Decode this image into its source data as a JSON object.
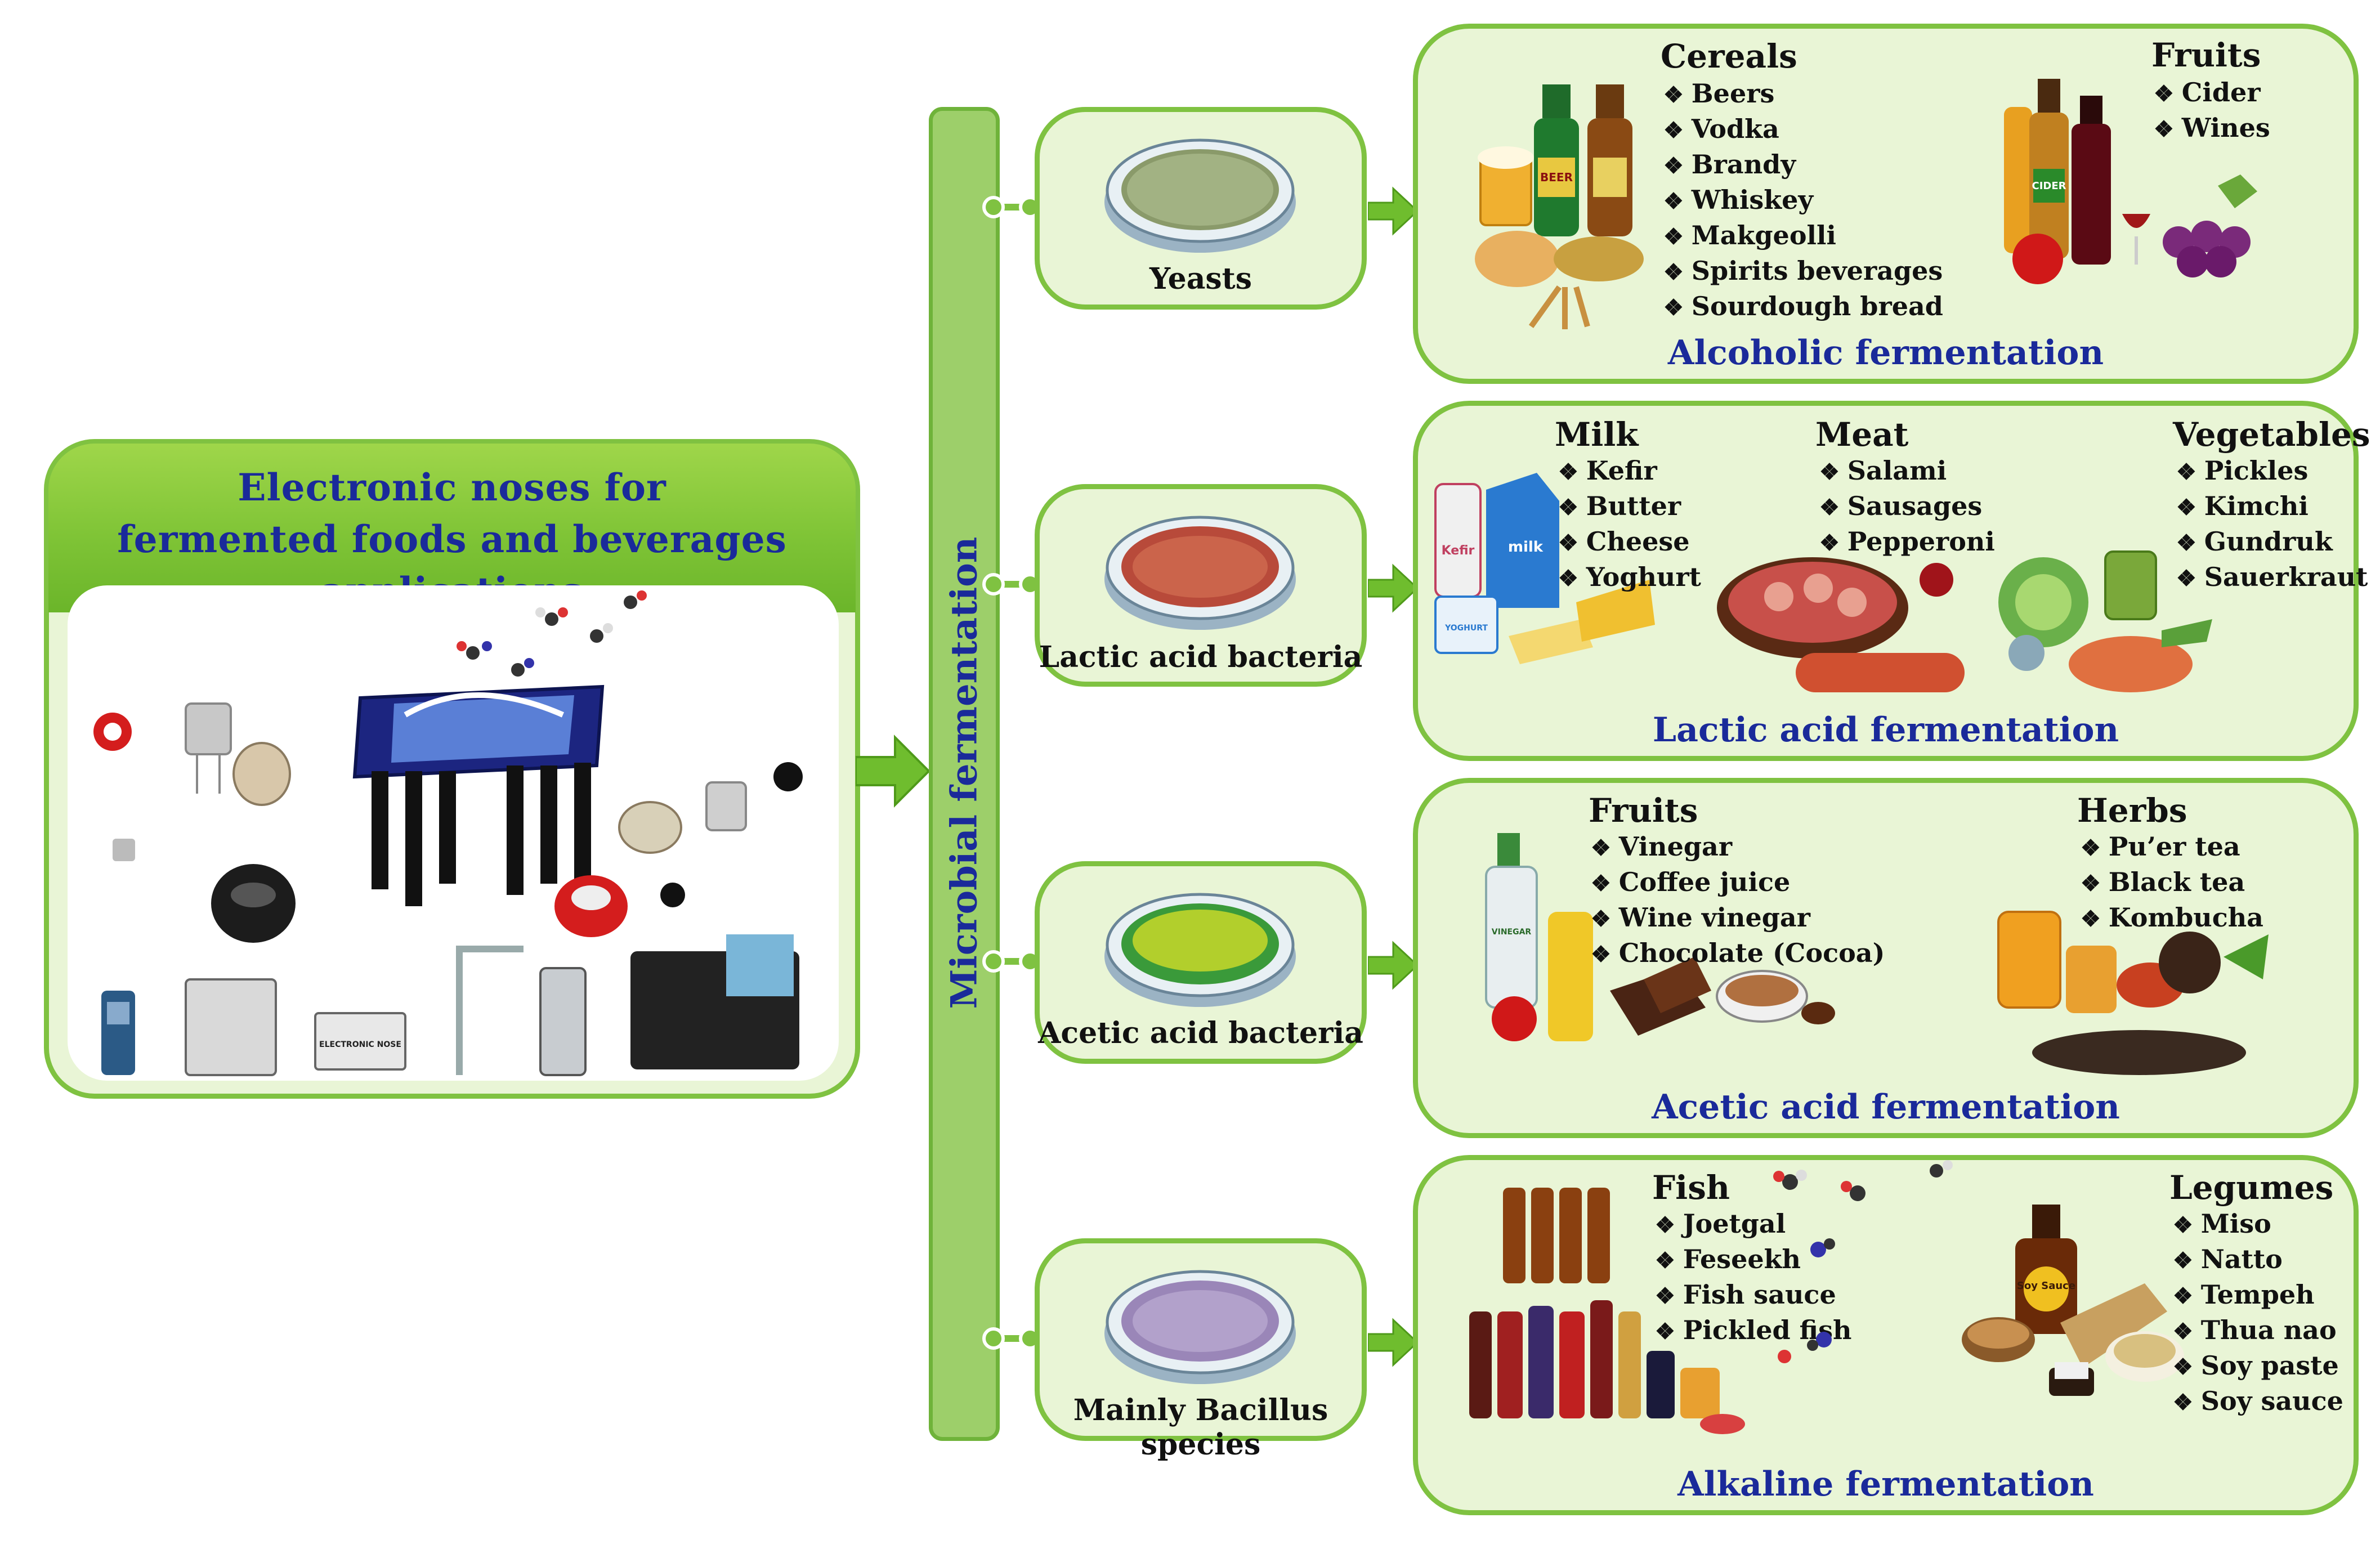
{
  "main": {
    "title_line1": "Electronic noses for",
    "title_line2": "fermented foods and beverages applications"
  },
  "spine": {
    "label": "Microbial fermentation"
  },
  "microbes": [
    {
      "label": "Yeasts"
    },
    {
      "label": "Lactic acid bacteria"
    },
    {
      "label": "Acetic acid bacteria"
    },
    {
      "label": "Mainly Bacillus species"
    }
  ],
  "sections": [
    {
      "title": "Alcoholic fermentation",
      "groups": [
        {
          "name": "Cereals",
          "items": [
            "Beers",
            "Vodka",
            "Brandy",
            "Whiskey",
            "Makgeolli",
            "Spirits beverages",
            "Sourdough bread"
          ]
        },
        {
          "name": "Fruits",
          "items": [
            "Cider",
            "Wines"
          ]
        }
      ]
    },
    {
      "title": "Lactic acid fermentation",
      "groups": [
        {
          "name": "Milk",
          "items": [
            "Kefir",
            "Butter",
            "Cheese",
            "Yoghurt"
          ]
        },
        {
          "name": "Meat",
          "items": [
            "Salami",
            "Sausages",
            "Pepperoni"
          ]
        },
        {
          "name": "Vegetables",
          "items": [
            "Pickles",
            "Kimchi",
            "Gundruk",
            "Sauerkraut"
          ]
        }
      ]
    },
    {
      "title": "Acetic acid fermentation",
      "groups": [
        {
          "name": "Fruits",
          "items": [
            "Vinegar",
            "Coffee juice",
            "Wine vinegar",
            "Chocolate (Cocoa)"
          ]
        },
        {
          "name": "Herbs",
          "items": [
            "Pu’er tea",
            "Black tea",
            "Kombucha"
          ]
        }
      ]
    },
    {
      "title": "Alkaline  fermentation",
      "groups": [
        {
          "name": "Fish",
          "items": [
            "Joetgal",
            "Feseekh",
            "Fish sauce",
            "Pickled fish"
          ]
        },
        {
          "name": "Legumes",
          "items": [
            "Miso",
            "Natto",
            "Tempeh",
            "Thua nao",
            "Soy paste",
            "Soy sauce"
          ]
        }
      ]
    }
  ],
  "image_labels": {
    "beer_bottle": "BEER",
    "cider_bottle": "CIDER",
    "kefir_bottle": "Kefir",
    "milk_carton": "milk",
    "yoghurt_cup": "YOGHURT",
    "vinegar_bottle": "VINEGAR",
    "soy_bottle": "Soy Sauce",
    "enose_case": "ELECTRONIC NOSE"
  },
  "colors": {
    "accent_green": "#7fc241",
    "title_blue": "#1a2a9a"
  }
}
